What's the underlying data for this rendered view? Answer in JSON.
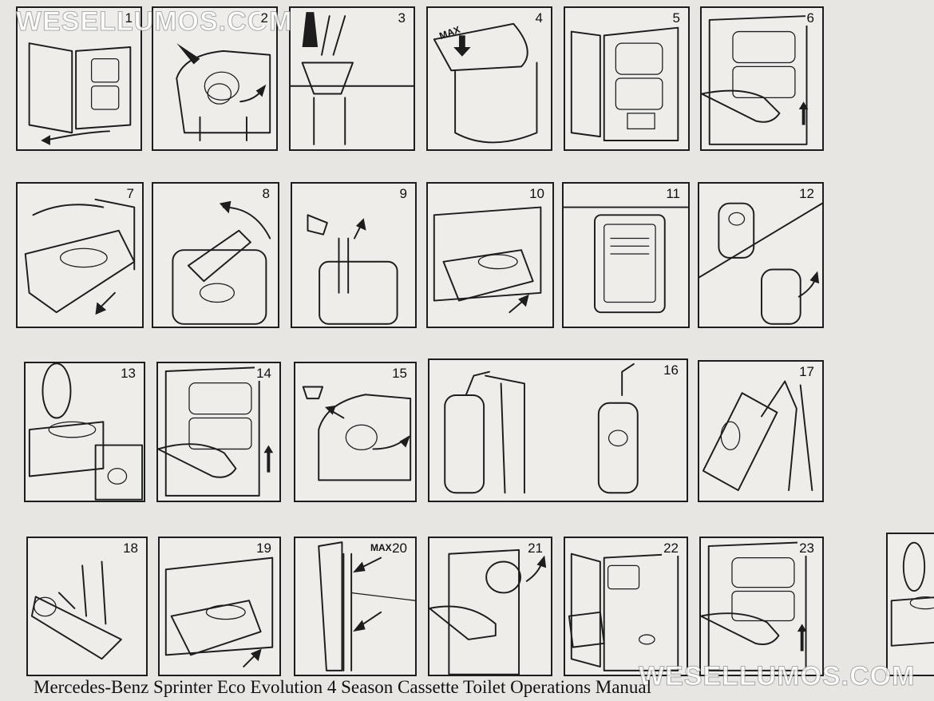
{
  "watermark": {
    "text": "WESELLUMOS.COM"
  },
  "steps": [
    {
      "n": "1",
      "max": ""
    },
    {
      "n": "2",
      "max": ""
    },
    {
      "n": "3",
      "max": ""
    },
    {
      "n": "4",
      "max": "MAX"
    },
    {
      "n": "5",
      "max": ""
    },
    {
      "n": "6",
      "max": ""
    },
    {
      "n": "7",
      "max": ""
    },
    {
      "n": "8",
      "max": ""
    },
    {
      "n": "9",
      "max": ""
    },
    {
      "n": "10",
      "max": ""
    },
    {
      "n": "11",
      "max": ""
    },
    {
      "n": "12",
      "max": ""
    },
    {
      "n": "13",
      "max": ""
    },
    {
      "n": "14",
      "max": ""
    },
    {
      "n": "15",
      "max": ""
    },
    {
      "n": "16",
      "max": ""
    },
    {
      "n": "17",
      "max": ""
    },
    {
      "n": "18",
      "max": ""
    },
    {
      "n": "19",
      "max": ""
    },
    {
      "n": "20",
      "max": "MAX"
    },
    {
      "n": "21",
      "max": ""
    },
    {
      "n": "22",
      "max": ""
    },
    {
      "n": "23",
      "max": ""
    }
  ],
  "caption": "Mercedes-Benz Sprinter Eco Evolution 4 Season Cassette Toilet Operations Manual",
  "colors": {
    "paper": "#e7e6e3",
    "ink": "#1d1d1d"
  }
}
